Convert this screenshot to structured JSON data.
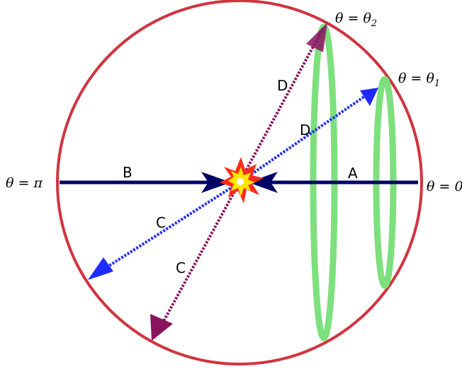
{
  "labels": {
    "theta_pi": "θ = π",
    "theta_zero": "θ = 0",
    "theta_one": "θ = θ",
    "theta_one_sub": "1",
    "theta_two": "θ = θ",
    "theta_two_sub": "2",
    "beam_a": "A",
    "beam_b": "B",
    "particle_c_upper": "C",
    "particle_c_lower": "C",
    "particle_d_upper": "D",
    "particle_d_lower": "D"
  },
  "colors": {
    "circle": "#d0343f",
    "beam": "#000066",
    "particle_blue": "#1e2bff",
    "particle_purple": "#8a1360",
    "ring": "#7de07d",
    "explosion_outer": "#ff2a1a",
    "explosion_inner": "#ffe600"
  }
}
